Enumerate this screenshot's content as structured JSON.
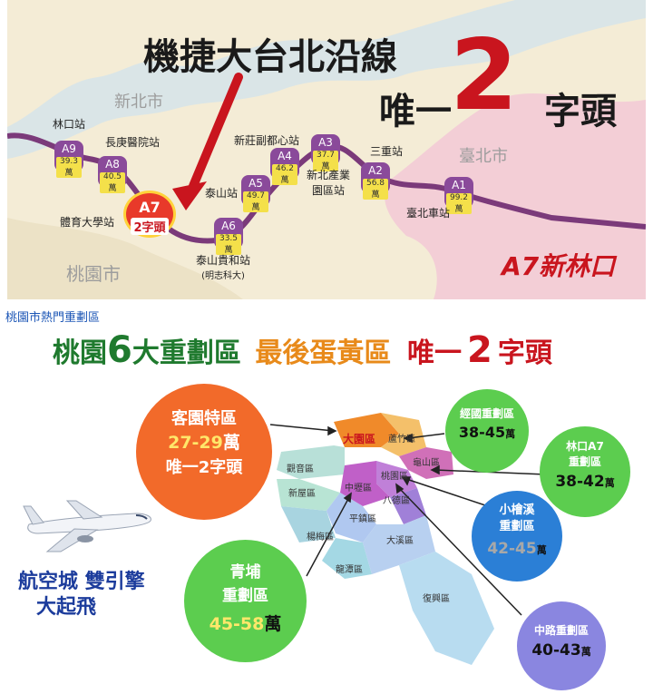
{
  "top_map": {
    "headline_line1": "機捷大台北沿線",
    "headline_line2_prefix": "唯一",
    "headline_big_number": "2",
    "headline_line2_suffix": "字頭",
    "region_labels": {
      "new_taipei": "新北市",
      "taipei": "臺北市",
      "taoyuan": "桃園市"
    },
    "stations": [
      {
        "code": "A1",
        "price": "99.2",
        "name": "臺北車站"
      },
      {
        "code": "A2",
        "price": "56.8",
        "name": "三重站"
      },
      {
        "code": "A3",
        "price": "37.7",
        "name": "新北產業園區站"
      },
      {
        "code": "A4",
        "price": "46.2",
        "name": "新莊副都心站"
      },
      {
        "code": "A5",
        "price": "49.7",
        "name": "泰山站"
      },
      {
        "code": "A6",
        "price": "33.5",
        "name": "泰山貴和站",
        "note": "(明志科大)"
      },
      {
        "code": "A7",
        "price": "2字頭",
        "name": "體育大學站"
      },
      {
        "code": "A8",
        "price": "40.5",
        "name": "長庚醫院站"
      },
      {
        "code": "A9",
        "price": "39.3",
        "name": "林口站"
      }
    ],
    "price_unit": "萬",
    "logo_text": "A7新林口"
  },
  "section_title": "桃園市熱門重劃區",
  "banner": {
    "part1": "桃園",
    "num6": "6",
    "part2": "大重劃區",
    "part3": "最後蛋黃區",
    "part4": "唯一",
    "num2": "2",
    "part5": "字頭"
  },
  "bubbles": {
    "kejuan": {
      "name": "客園特區",
      "price": "27-29",
      "unit": "萬",
      "tagline": "唯一2字頭"
    },
    "jingguo": {
      "name": "經國重劃區",
      "price": "38-45",
      "unit": "萬"
    },
    "linkou": {
      "name": "林口A7",
      "name2": "重劃區",
      "price": "38-42",
      "unit": "萬"
    },
    "xiaokuai": {
      "name": "小檜溪",
      "name2": "重劃區",
      "price": "42-45",
      "unit": "萬"
    },
    "zhonglu": {
      "name": "中路重劃區",
      "price": "40-43",
      "unit": "萬"
    },
    "qingpu": {
      "name": "青埔",
      "name2": "重劃區",
      "price": "45-58",
      "unit": "萬"
    }
  },
  "districts": [
    "大園區",
    "蘆竹區",
    "龜山區",
    "觀音區",
    "桃園區",
    "中壢區",
    "新屋區",
    "八德區",
    "楊梅區",
    "平鎮區",
    "龍潭區",
    "大溪區",
    "復興區"
  ],
  "slogan": {
    "line1": "航空城 雙引擎",
    "line2": "大起飛"
  },
  "colors": {
    "route": "#7b3a7a",
    "station_badge": "#8a4a9a",
    "a7_badge": "#e8392a",
    "accent_red": "#c9151e",
    "title_green": "#1f7a2e",
    "title_orange": "#e88a1a",
    "bubble_orange": "#f26a2a",
    "bubble_green": "#5ccd4f",
    "bubble_blue": "#2b7fd6",
    "bubble_purple": "#8a86e0",
    "slogan_blue": "#1c3c9c"
  }
}
